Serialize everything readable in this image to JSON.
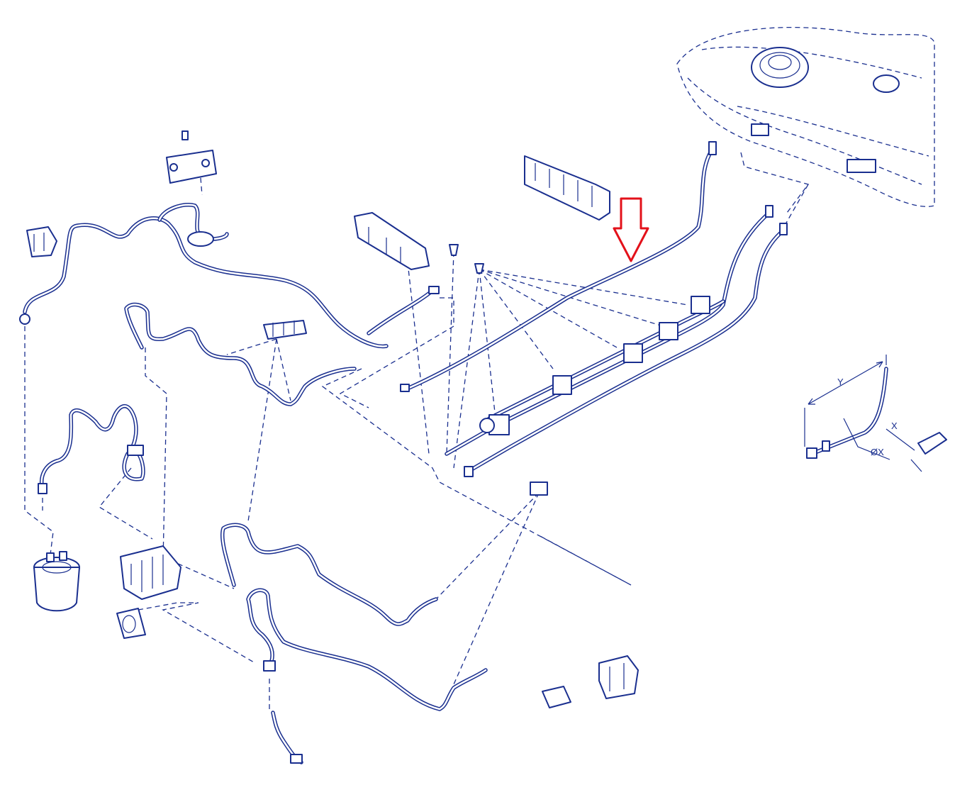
{
  "diagram": {
    "line_color": "#1a2f8f",
    "highlight_color": "#e3111a",
    "background": "#ffffff",
    "dimension_labels": {
      "length": "Y",
      "offset": "X",
      "diameter": "ØX"
    }
  }
}
